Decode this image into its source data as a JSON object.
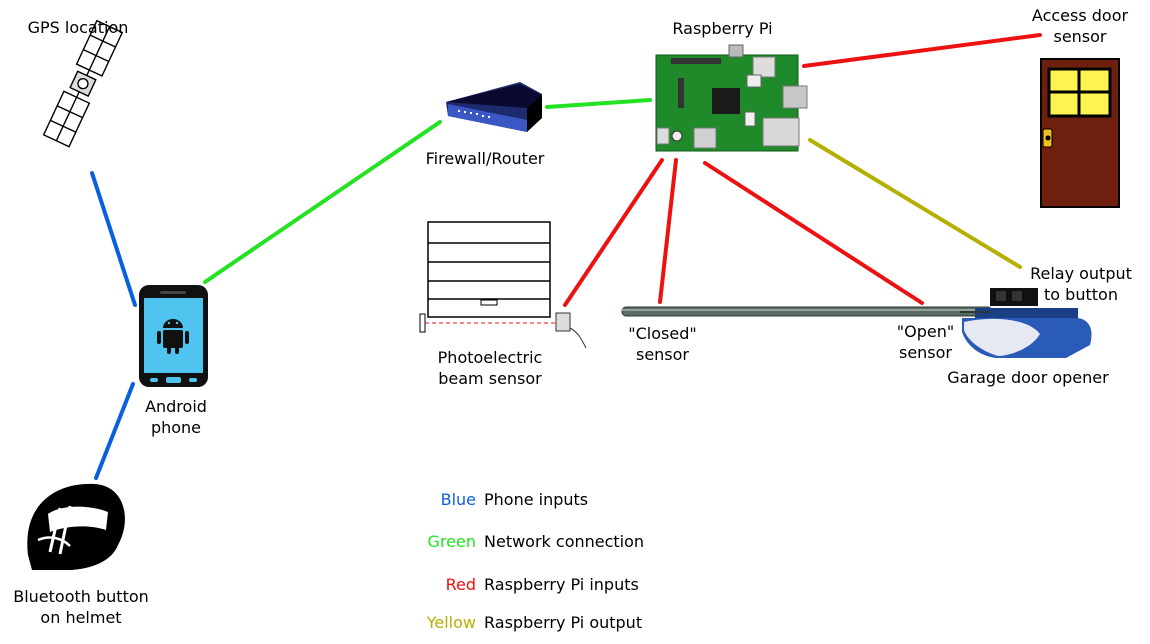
{
  "nodes": {
    "gps": "GPS location",
    "phone_line1": "Android",
    "phone_line2": "phone",
    "helmet_line1": "Bluetooth button",
    "helmet_line2": "on helmet",
    "router": "Firewall/Router",
    "pi": "Raspberry Pi",
    "access_line1": "Access door",
    "access_line2": "sensor",
    "beam_line1": "Photoelectric",
    "beam_line2": "beam sensor",
    "closed_line1": "\"Closed\"",
    "closed_line2": "sensor",
    "open_line1": "\"Open\"",
    "open_line2": "sensor",
    "relay_line1": "Relay output",
    "relay_line2": "to button",
    "opener": "Garage door opener"
  },
  "colors": {
    "blue": "#0a5fe0",
    "green": "#22e222",
    "red": "#ee1111",
    "yellow": "#b5b000"
  },
  "legend": [
    {
      "color_word": "Blue",
      "desc": "Phone inputs",
      "hex": "#0a5fe0"
    },
    {
      "color_word": "Green",
      "desc": "Network connection",
      "hex": "#22e222"
    },
    {
      "color_word": "Red",
      "desc": "Raspberry Pi inputs",
      "hex": "#ee1111"
    },
    {
      "color_word": "Yellow",
      "desc": "Raspberry Pi output",
      "hex": "#b5b000"
    }
  ],
  "icons": [
    "satellite-icon",
    "android-phone-icon",
    "helmet-icon",
    "router-icon",
    "raspberry-pi-board-icon",
    "door-icon",
    "garage-door-icon",
    "beam-sensor-icon",
    "rail-icon",
    "opener-motor-icon",
    "relay-icon"
  ]
}
